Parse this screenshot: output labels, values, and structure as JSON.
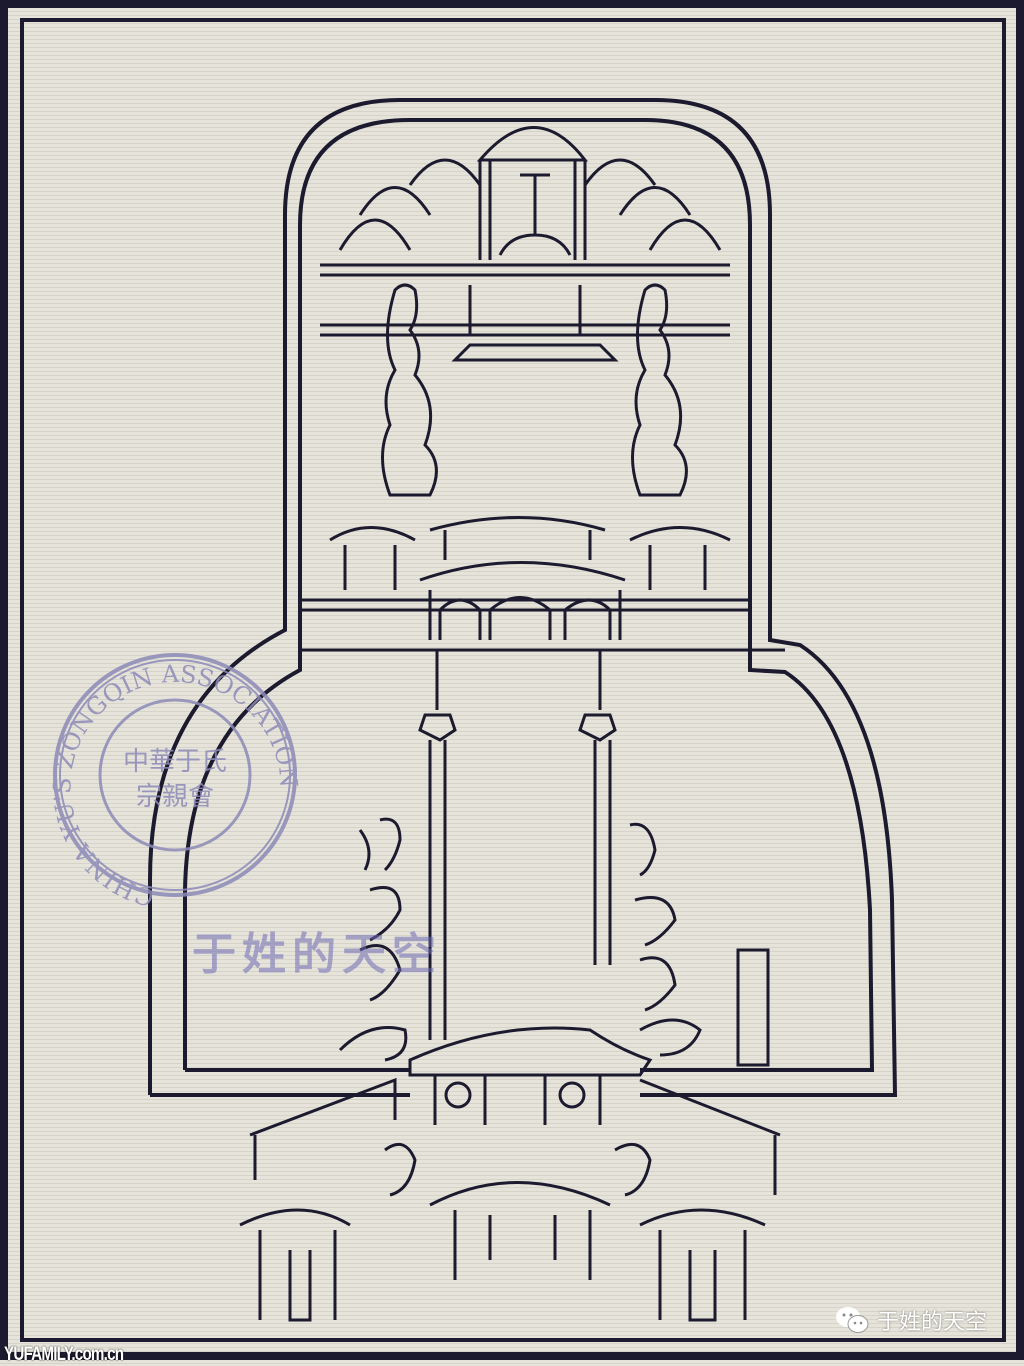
{
  "stamp": {
    "ring_text": "CHINA YU'S ZONGQIN ASSOCIATION",
    "center_line1": "中華于氏",
    "center_line2": "宗親會"
  },
  "watermark": "于姓的天空",
  "site_label": "YUFAMILY.com.cn",
  "wechat": {
    "icon": "wechat-icon",
    "label": "于姓的天空"
  },
  "colors": {
    "paper": "#e6e4da",
    "ink": "#1c1a2e",
    "stamp": "#8d8ab8"
  }
}
